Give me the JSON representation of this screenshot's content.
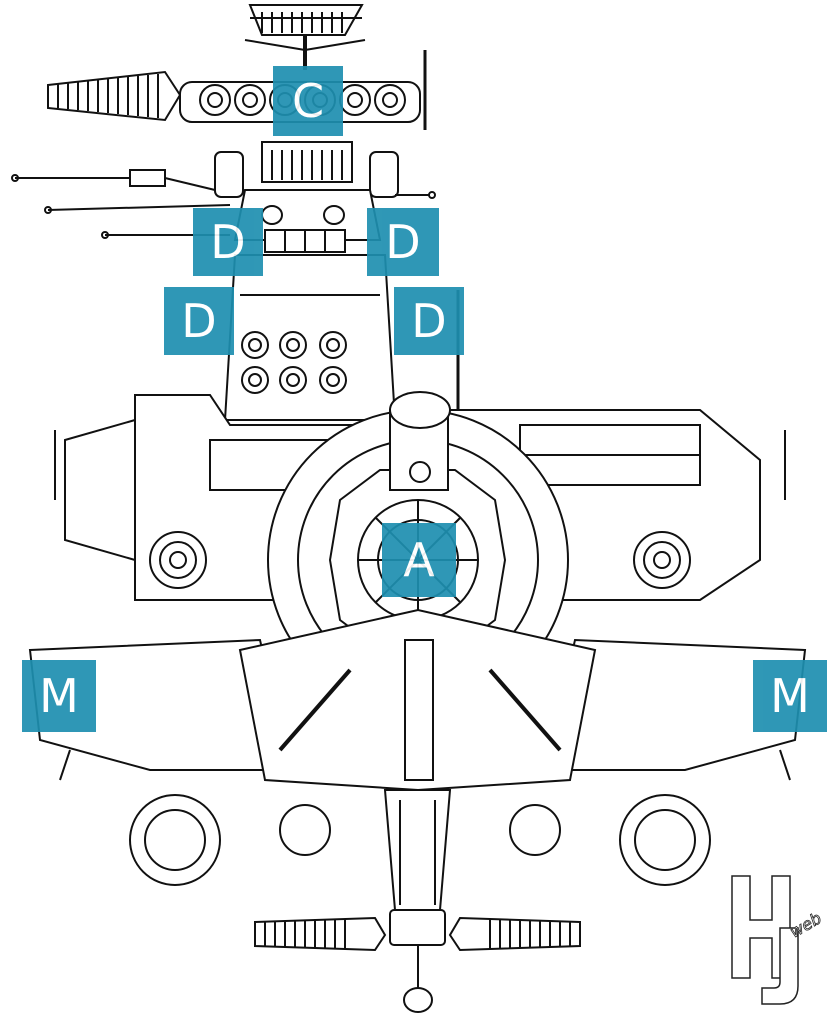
{
  "labels": {
    "c": "C",
    "d_upper_left": "D",
    "d_upper_right": "D",
    "d_lower_left": "D",
    "d_lower_right": "D",
    "a": "A",
    "m_left": "M",
    "m_right": "M"
  },
  "watermark": {
    "logo_text": "HJweb"
  },
  "colors": {
    "label_bg": "#1e8fb0",
    "label_text": "#ffffff",
    "line": "#111111",
    "background": "#ffffff"
  }
}
